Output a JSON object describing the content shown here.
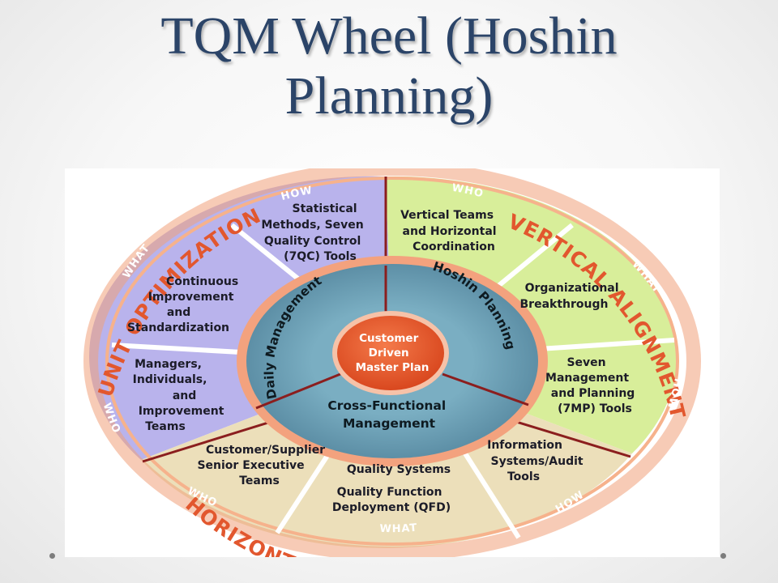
{
  "title": {
    "line1": "TQM Wheel (Hoshin",
    "line2": "Planning)"
  },
  "outer_ring": {
    "unit_optimization": "UNIT OPTIMIZATION",
    "vertical_alignment": "VERTICAL ALIGNMENT",
    "horizontal_integration": "HORIZONTAL INTEGRATION"
  },
  "band_labels": {
    "how_top": "HOW",
    "what_left": "WHAT",
    "who_left": "WHO",
    "who_top": "WHO",
    "what_right": "WHAT",
    "how_right": "HOW",
    "who_bottom": "WHO",
    "what_bottom": "WHAT",
    "how_bottom": "HOW"
  },
  "segments": {
    "statistical_methods": [
      "Statistical",
      "Methods, Seven",
      "Quality Control",
      "(7QC) Tools"
    ],
    "continuous_improvement": [
      "Continuous",
      "Improvement",
      "and",
      "Standardization"
    ],
    "managers_teams": [
      "Managers,",
      "Individuals,",
      "and",
      "Improvement",
      "Teams"
    ],
    "vertical_teams": [
      "Vertical Teams",
      "and Horizontal",
      "Coordination"
    ],
    "organizational_breakthrough": [
      "Organizational",
      "Breakthrough"
    ],
    "seven_management": [
      "Seven",
      "Management",
      "and Planning",
      "(7MP) Tools"
    ],
    "customer_supplier": [
      "Customer/Supplier",
      "Senior Executive",
      "Teams"
    ],
    "quality_systems": [
      "Quality Systems"
    ],
    "qfd": [
      "Quality Function",
      "Deployment (QFD)"
    ],
    "information_systems": [
      "Information",
      "Systems/Audit",
      "Tools"
    ]
  },
  "middle_ring": {
    "daily_management": "Daily Management",
    "hoshin_planning": "Hoshin Planning",
    "cross_functional": [
      "Cross-Functional",
      "Management"
    ]
  },
  "center": {
    "lines": [
      "Customer",
      "Driven",
      "Master Plan"
    ]
  },
  "colors": {
    "title": "#2b4468",
    "outer_ring_text": "#e2572e",
    "purple_sector": "#b9b3ec",
    "green_sector": "#d8ee9a",
    "tan_sector": "#ecdfba",
    "middle_ring": "#6f9fb4",
    "center": "#e5562a",
    "divider": "#8b1e1e"
  }
}
